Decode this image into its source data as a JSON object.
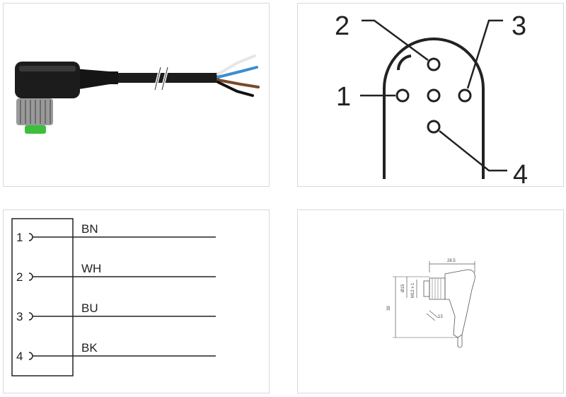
{
  "pinout": {
    "labels": [
      "1",
      "2",
      "3",
      "4"
    ]
  },
  "wiring": {
    "wires": [
      {
        "num": "1",
        "color": "BN"
      },
      {
        "num": "2",
        "color": "WH"
      },
      {
        "num": "3",
        "color": "BU"
      },
      {
        "num": "4",
        "color": "BK"
      }
    ]
  },
  "dimensions": {
    "width": "28.5",
    "dia_15": "Ø15",
    "thread": "M12 x 1",
    "height": "39",
    "wrench": "13"
  },
  "colors": {
    "panel_border": "#d9d9d9",
    "line": "#222222",
    "connector_body": "#1c1c1c",
    "nut": "#9a9a9a",
    "contact_green": "#3cbf3c",
    "wire_white": "#e6e6e6",
    "wire_blue": "#3b8fd0",
    "wire_brown": "#7a4a2a",
    "wire_black": "#111111"
  }
}
